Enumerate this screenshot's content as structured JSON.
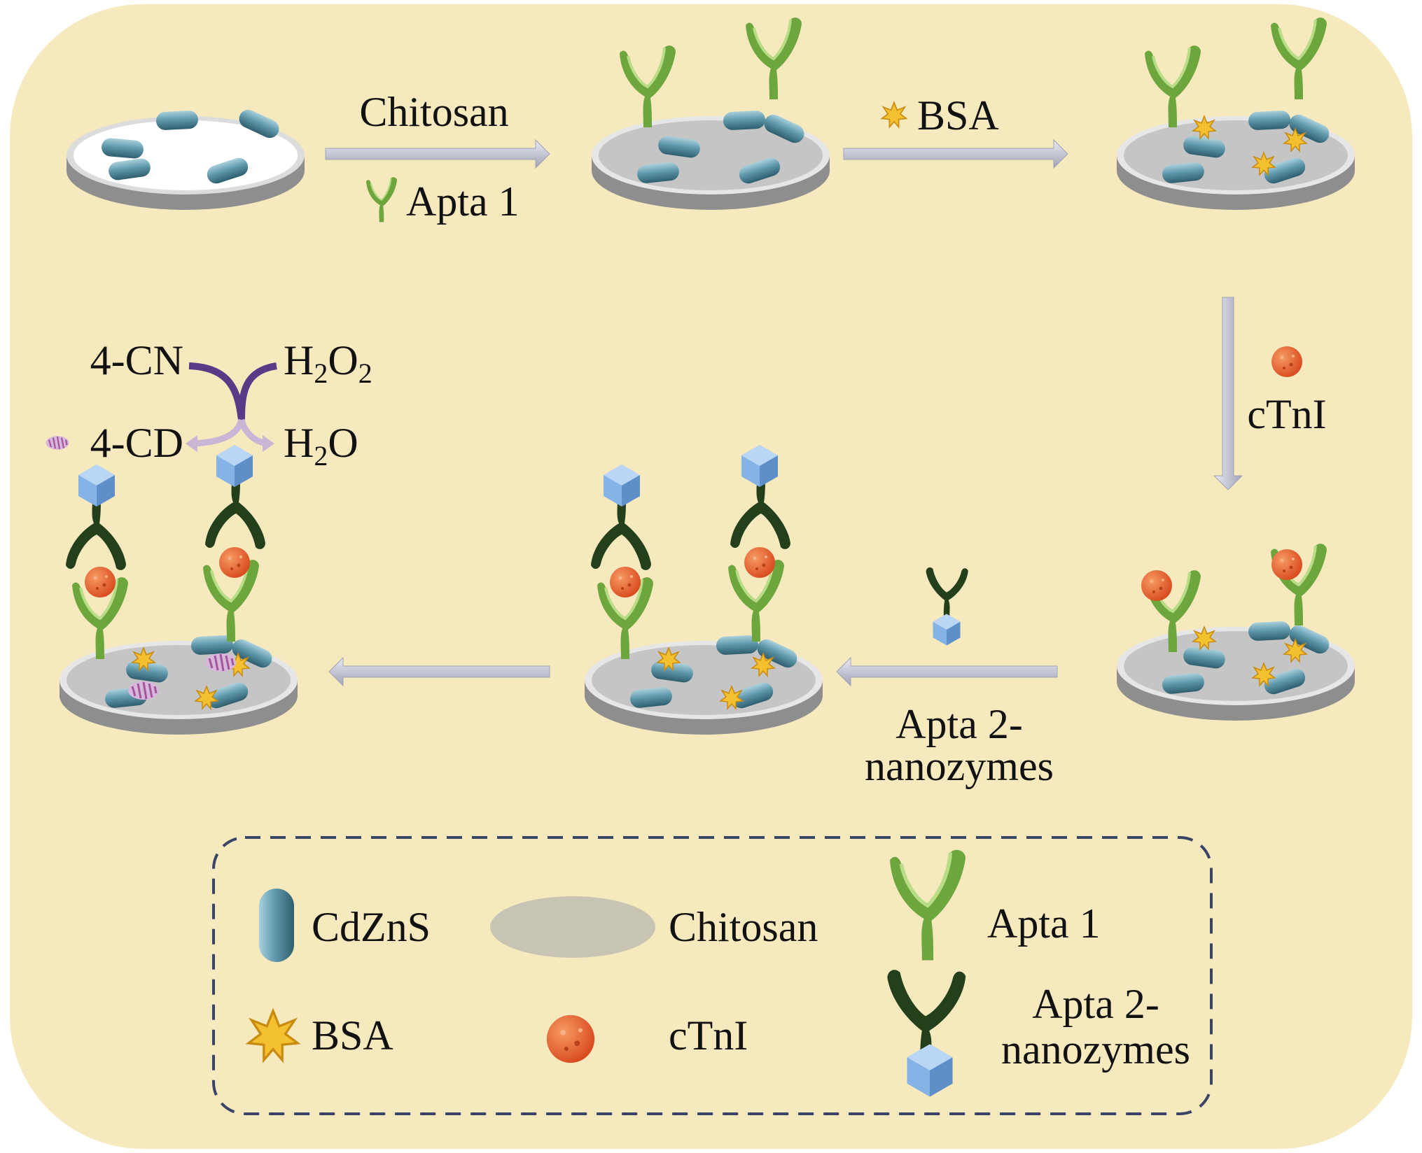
{
  "colors": {
    "background": "#f6e9be",
    "disk_top": "#cbcbcb",
    "disk_side": "#8e8e8e",
    "cdzns": "#5f99ac",
    "apta1": "#6ea63e",
    "apta2": "#24401b",
    "bsa": "#f3c02f",
    "ctni": "#e4592a",
    "nanozyme": "#86b3e6",
    "product": "#a2579a",
    "arrow": "#c9cbd8",
    "legend_border": "#3a4466"
  },
  "steps": {
    "chitosan": "Chitosan",
    "apta1": "Apta 1",
    "bsa": "BSA",
    "ctni": "cTnI",
    "apta2_line1": "Apta 2-",
    "apta2_line2": "nanozymes"
  },
  "reaction": {
    "reactant1": "4-CN",
    "reactant2_main": "H",
    "reactant2_sub1": "2",
    "reactant2_o": "O",
    "reactant2_sub2": "2",
    "product1": "4-CD",
    "product2_main": "H",
    "product2_sub": "2",
    "product2_o": "O"
  },
  "legend": {
    "cdzns": "CdZnS",
    "chitosan": "Chitosan",
    "apta1": "Apta 1",
    "bsa": "BSA",
    "ctni": "cTnI",
    "apta2_line1": "Apta 2-",
    "apta2_line2": "nanozymes"
  }
}
